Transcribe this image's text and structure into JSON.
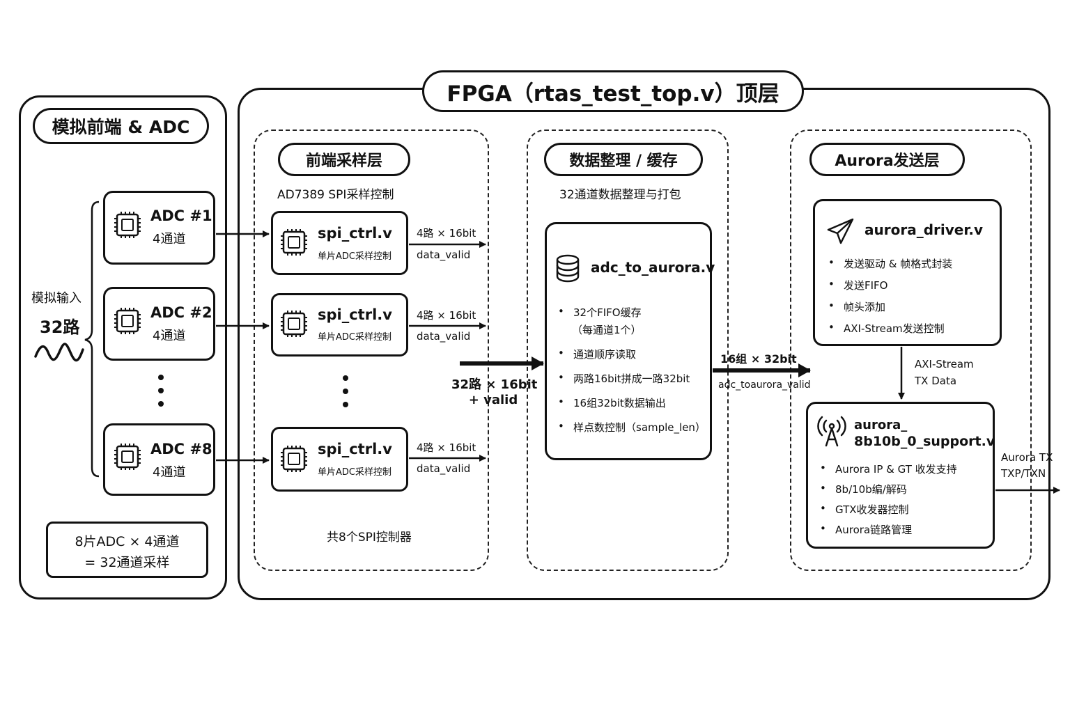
{
  "analog": {
    "title": "模拟前端 & ADC",
    "input_label": "模拟输入",
    "input_count": "32路",
    "adcs": [
      {
        "name": "ADC #1",
        "channels": "4通道"
      },
      {
        "name": "ADC #2",
        "channels": "4通道"
      },
      {
        "name": "ADC #8",
        "channels": "4通道"
      }
    ],
    "summary_line1": "8片ADC × 4通道",
    "summary_line2": "= 32通道采样"
  },
  "fpga": {
    "title": "FPGA（rtas_test_top.v）顶层",
    "frontend": {
      "title": "前端采样层",
      "subtitle": "AD7389 SPI采样控制",
      "modules": [
        {
          "name": "spi_ctrl.v",
          "desc": "单片ADC采样控制",
          "out_top": "4路 × 16bit",
          "out_bottom": "data_valid"
        },
        {
          "name": "spi_ctrl.v",
          "desc": "单片ADC采样控制",
          "out_top": "4路 × 16bit",
          "out_bottom": "data_valid"
        },
        {
          "name": "spi_ctrl.v",
          "desc": "单片ADC采样控制",
          "out_top": "4路 × 16bit",
          "out_bottom": "data_valid"
        }
      ],
      "footer": "共8个SPI控制器"
    },
    "bus1_line1": "32路 × 16bit",
    "bus1_line2": "+ valid",
    "buffer": {
      "title": "数据整理 / 缓存",
      "subtitle": "32通道数据整理与打包",
      "module_name": "adc_to_aurora.v",
      "bullets": [
        {
          "text": "32个FIFO缓存",
          "sub": "（每通道1个）"
        },
        {
          "text": "通道顺序读取"
        },
        {
          "text": "两路16bit拼成一路32bit"
        },
        {
          "text": "16组32bit数据输出"
        },
        {
          "text": "样点数控制（sample_len）"
        }
      ]
    },
    "bus2_top": "16组 × 32bit",
    "bus2_bottom": "adc_toaurora_valid",
    "aurora": {
      "title": "Aurora发送层",
      "driver": {
        "name": "aurora_driver.v",
        "bullets": [
          "发送驱动 & 帧格式封装",
          "发送FIFO",
          "帧头添加",
          "AXI-Stream发送控制"
        ]
      },
      "link_line1": "AXI-Stream",
      "link_line2": "TX Data",
      "support": {
        "name_line1": "aurora_",
        "name_line2": "8b10b_0_support.v",
        "bullets": [
          "Aurora IP & GT 收发支持",
          "8b/10b编/解码",
          "GTX收发器控制",
          "Aurora链路管理"
        ]
      },
      "out_line1": "Aurora TX",
      "out_line2": "TXP/TXN"
    }
  },
  "bullet_char": "•"
}
